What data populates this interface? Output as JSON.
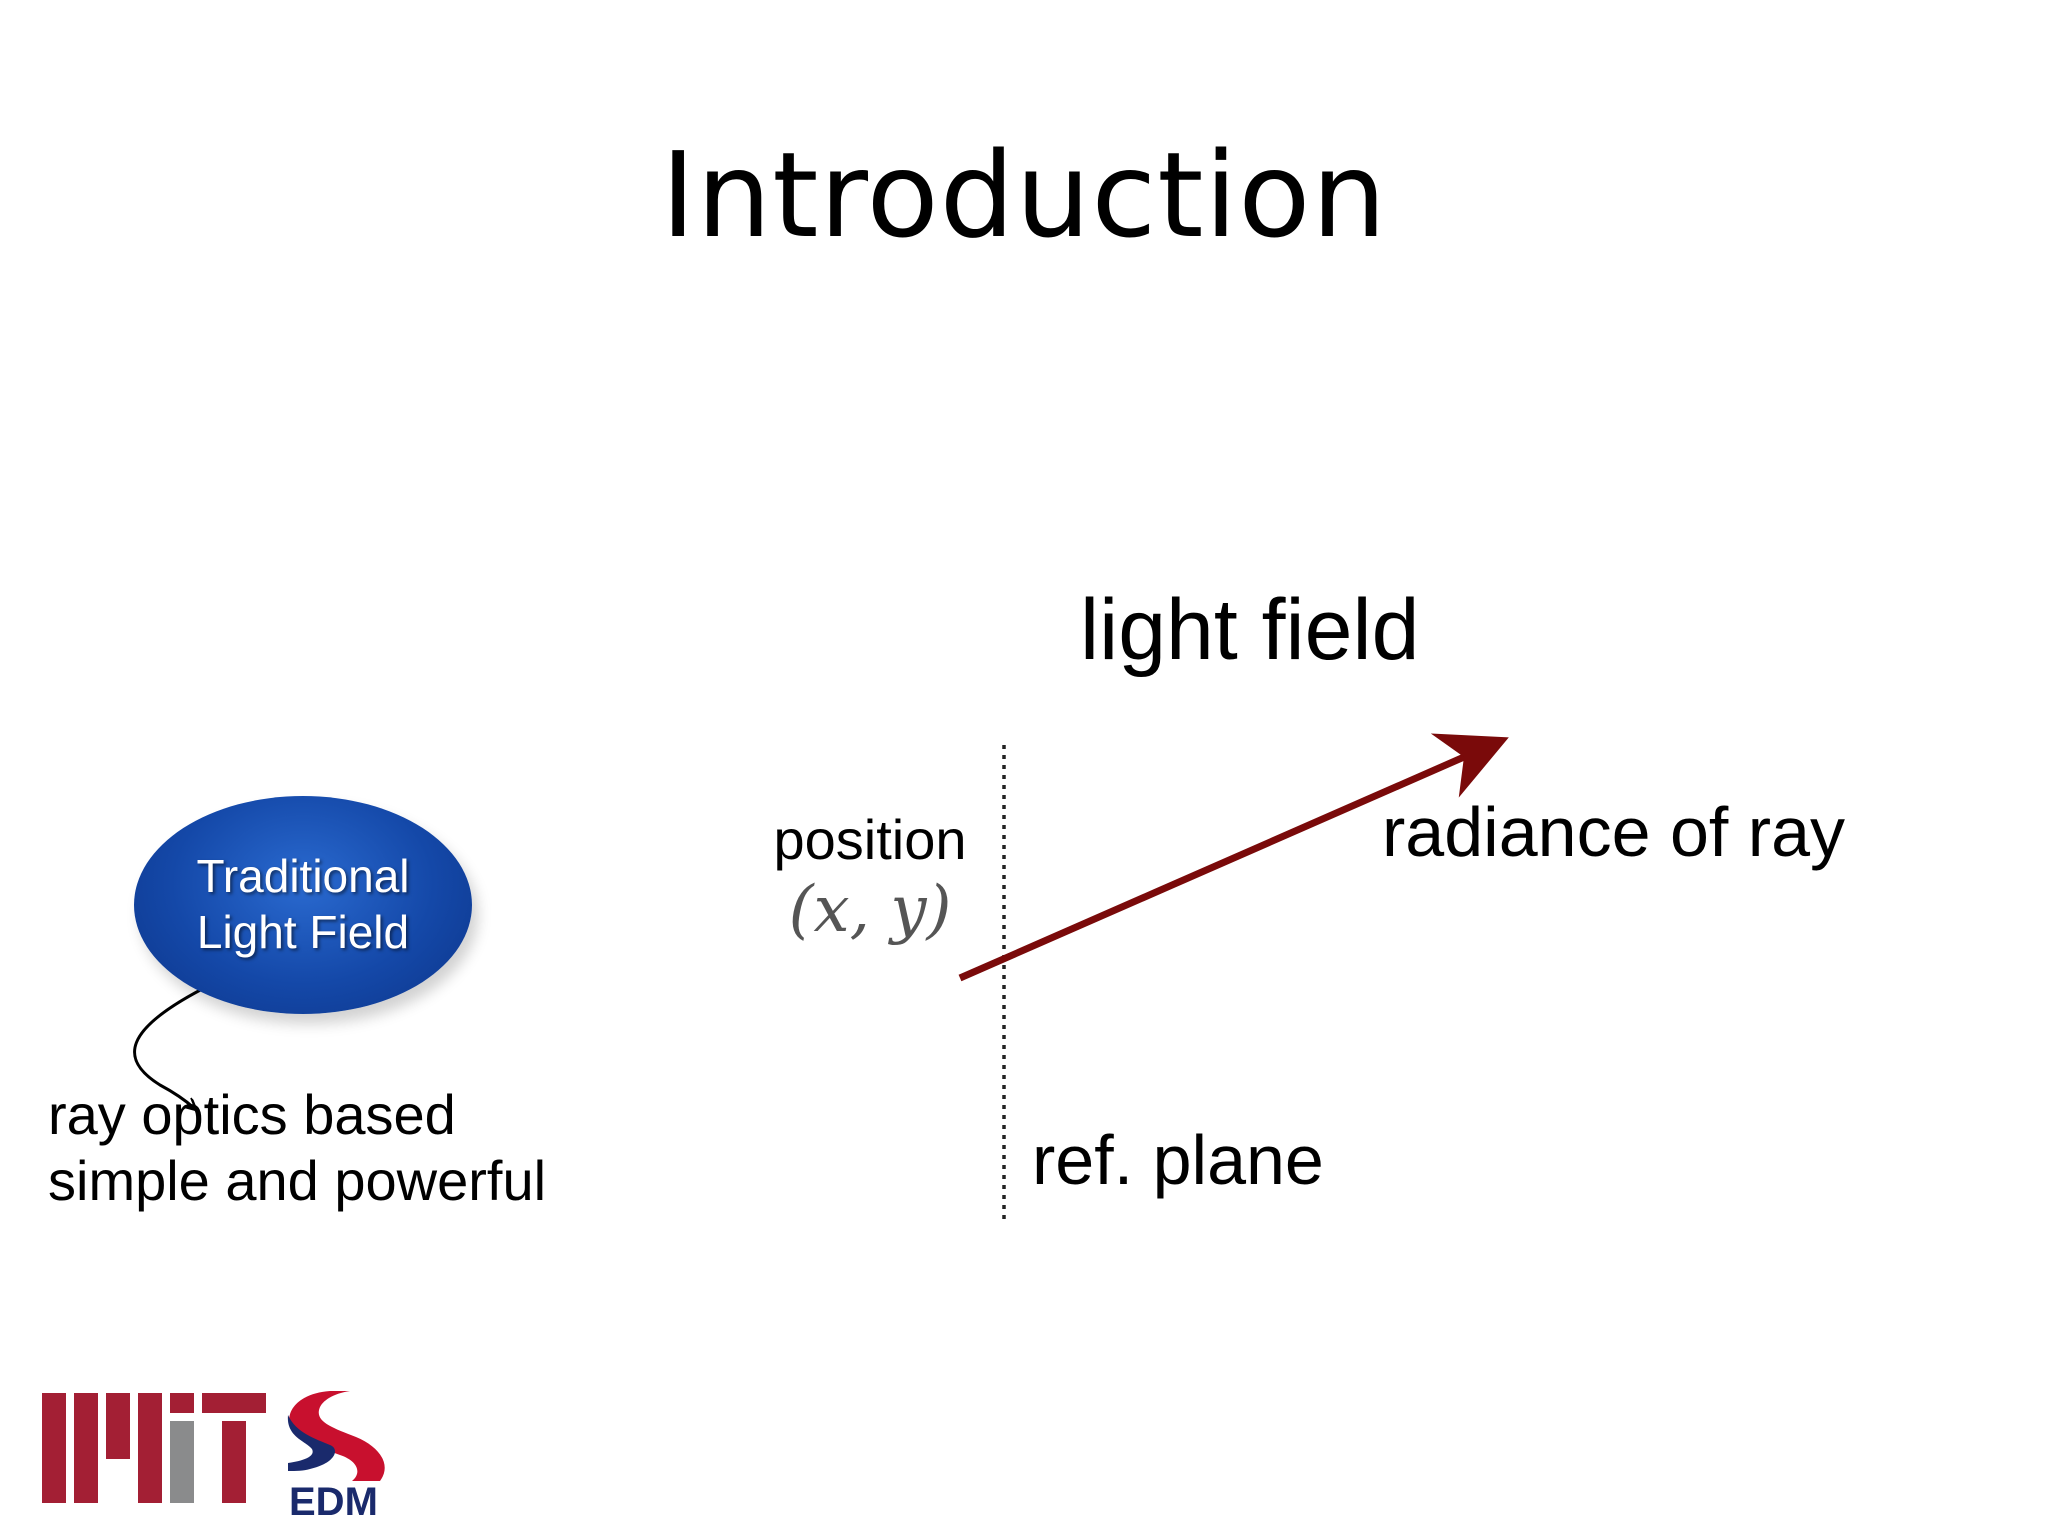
{
  "slide": {
    "title": "Introduction"
  },
  "diagram": {
    "light_field_title": "light field",
    "position_label": "position",
    "coordinates": "(x, y)",
    "radiance_label": "radiance of ray",
    "ref_plane_label": "ref. plane",
    "ray_color": "#7a0a0a",
    "plane_color": "#222222"
  },
  "bubble": {
    "line1": "Traditional",
    "line2": "Light Field",
    "fill_color": "#1448a8"
  },
  "caption": {
    "line1": "ray optics based",
    "line2": "simple and powerful"
  },
  "logos": {
    "mit_color": "#a31f34",
    "mit_gray": "#8a8b8c",
    "edm_text": "EDM",
    "edm_red": "#c8102e",
    "edm_blue": "#1a2a6c"
  }
}
